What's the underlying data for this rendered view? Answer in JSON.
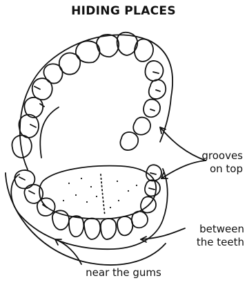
{
  "title": "HIDING PLACES",
  "labels": {
    "grooves_line1": "grooves",
    "grooves_line2": "on top",
    "between_line1": "between",
    "between_line2": "the teeth",
    "gums": "near the gums"
  },
  "colors": {
    "ink": "#111111",
    "background": "#ffffff"
  }
}
